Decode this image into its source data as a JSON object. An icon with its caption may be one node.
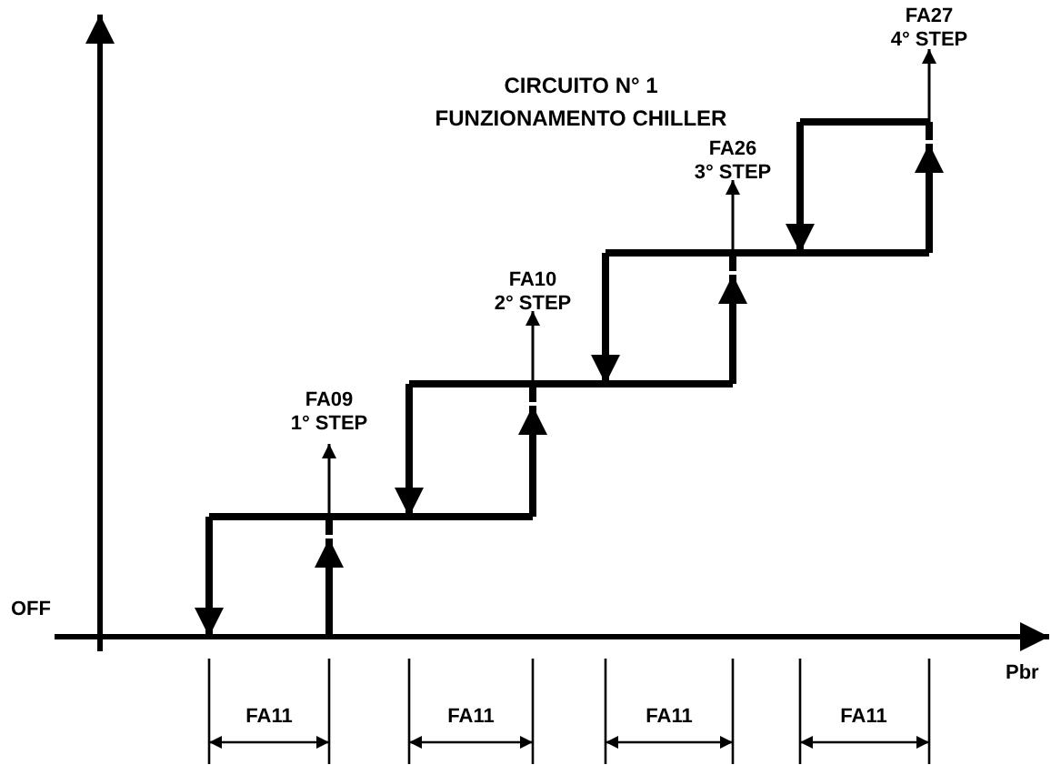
{
  "diagram": {
    "title": "CIRCUITO N° 1 FUNZIONAMENTO CHILLER",
    "labels": [
      "FA27 4° STEP",
      "FA26 3° STEP",
      "FA10 2° STEP",
      "FA09 1° STEP",
      "OFF",
      "Pbr",
      "FA11",
      "FA11",
      "FA11",
      "FA11"
    ]
  }
}
